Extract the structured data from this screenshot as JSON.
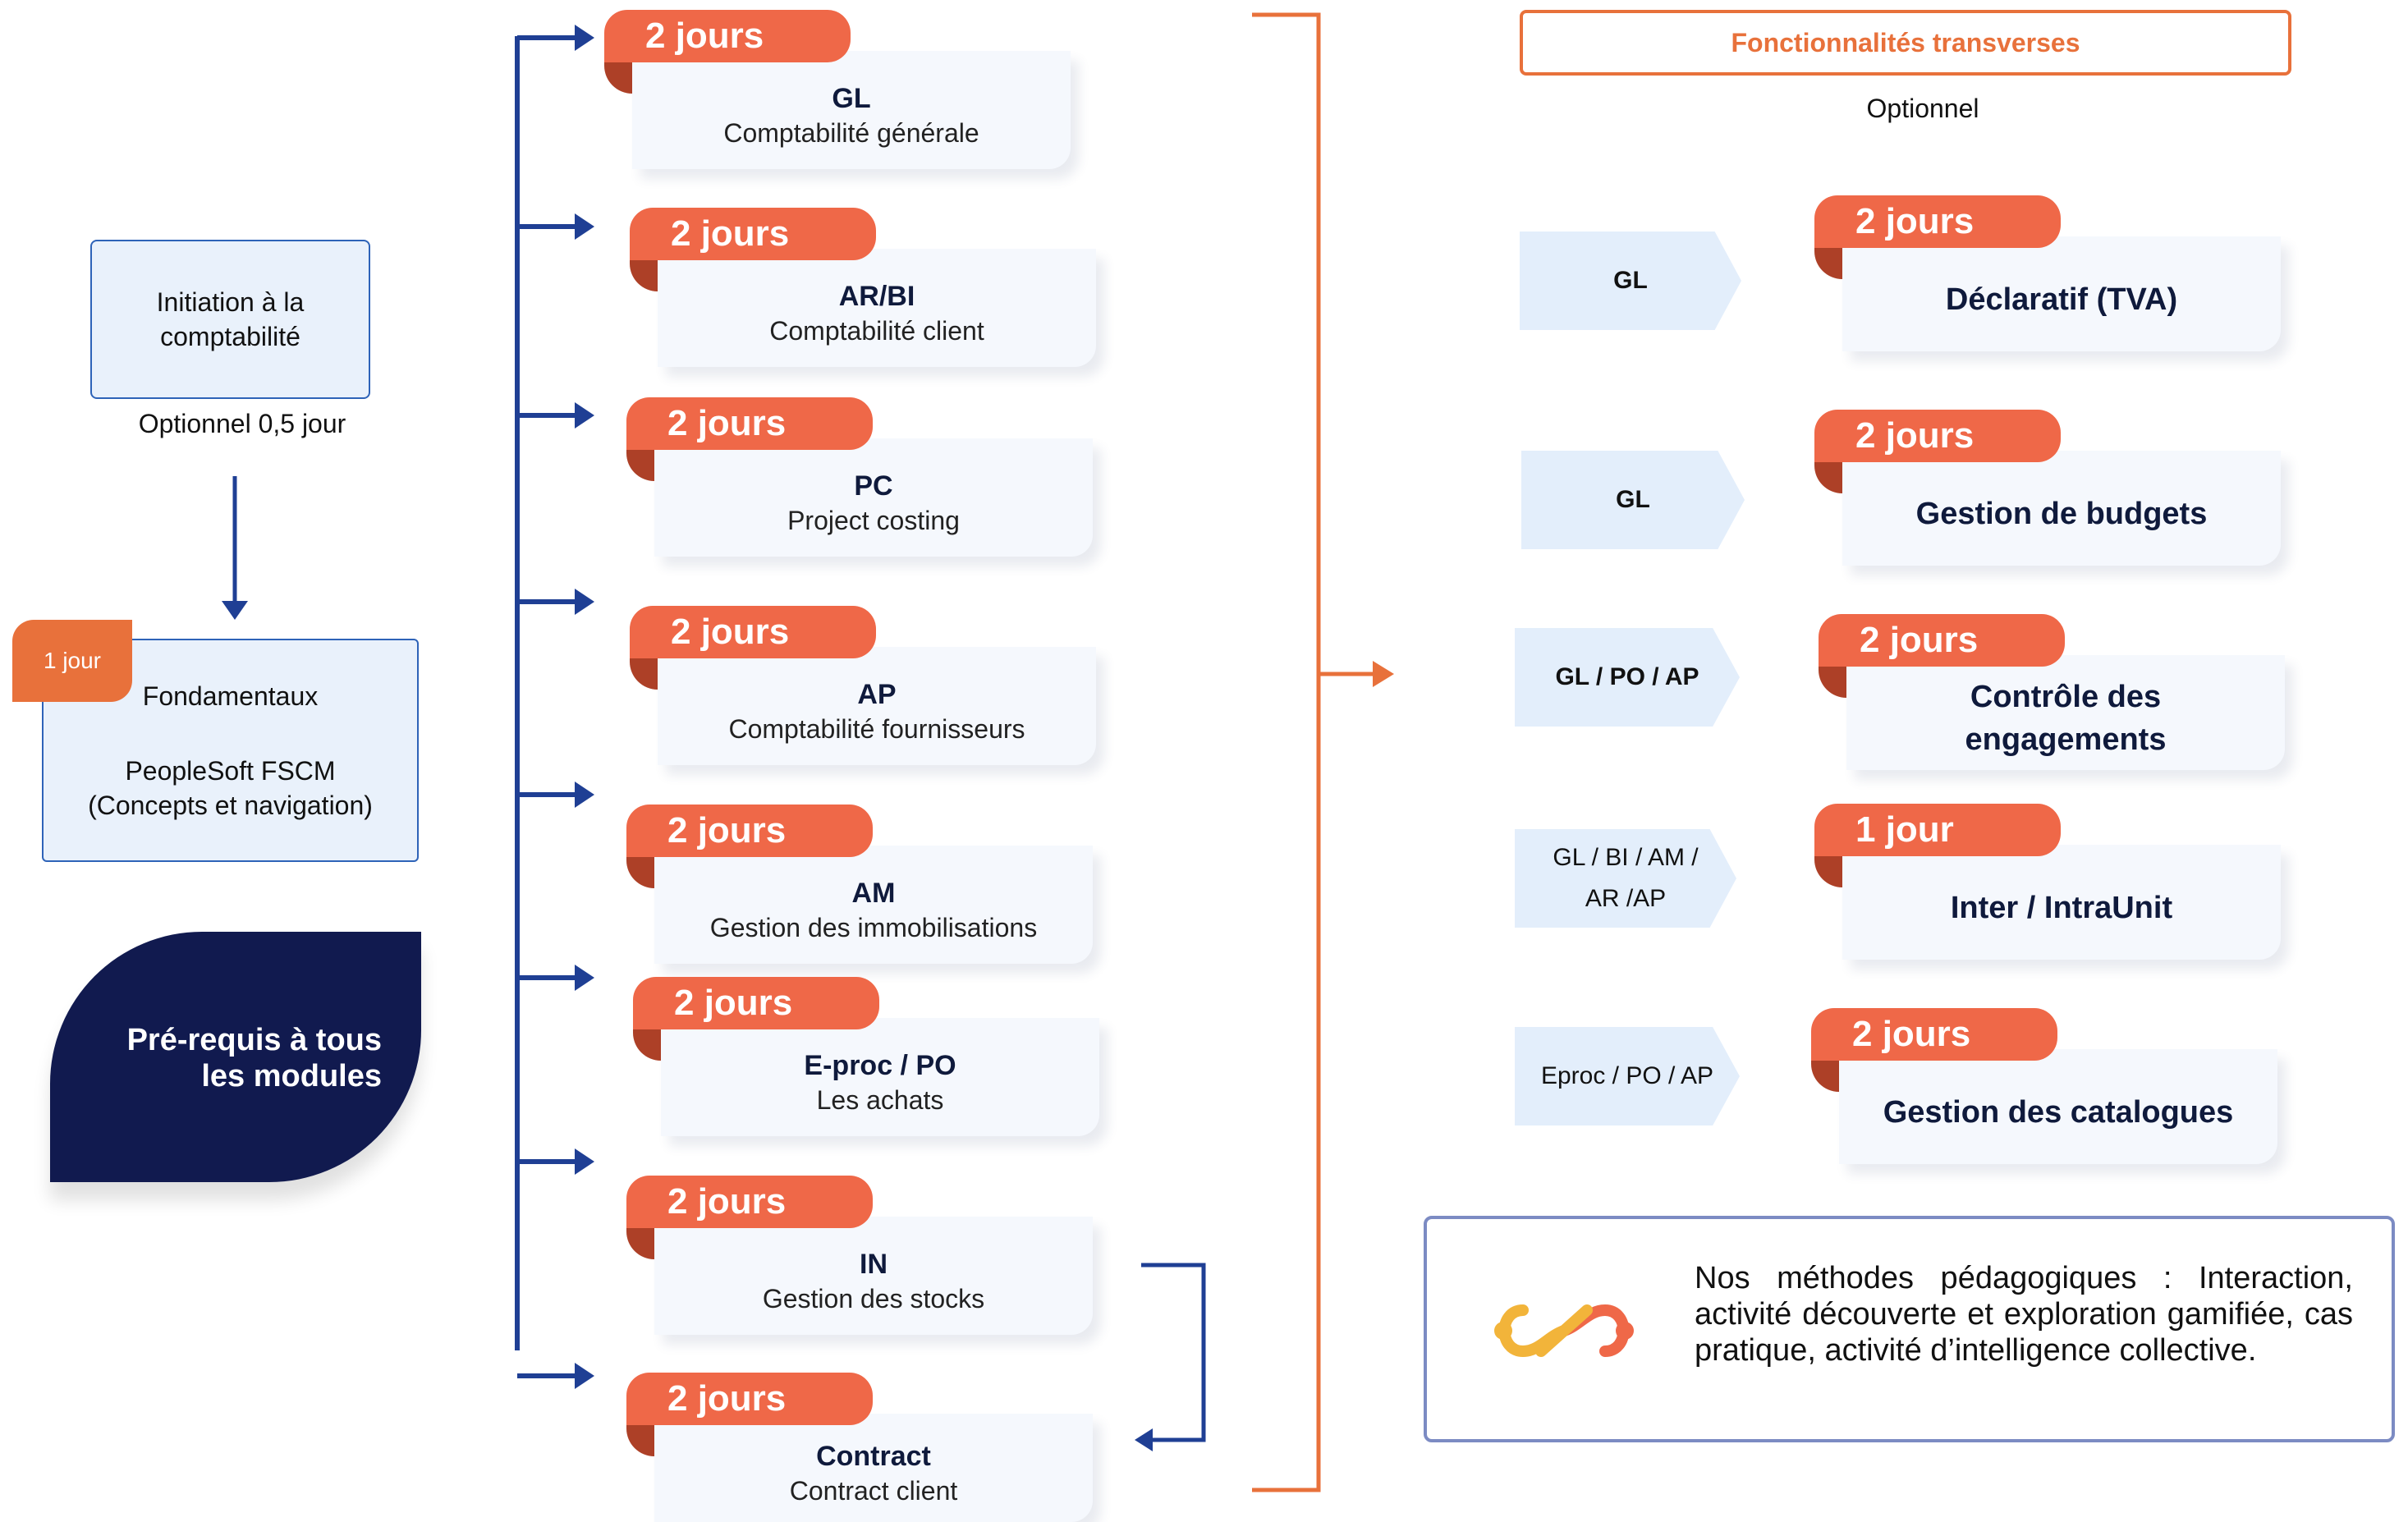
{
  "prerequisites": {
    "initiation": {
      "label": "Initiation à la comptabilité",
      "note": "Optionnel 0,5 jour"
    },
    "fondamentaux": {
      "duration": "1 jour",
      "title": "Fondamentaux",
      "subtitle_line1": "PeopleSoft FSCM",
      "subtitle_line2": "(Concepts et navigation)"
    },
    "banner": {
      "line1": "Pré-requis à tous",
      "line2": "les modules"
    }
  },
  "modules": [
    {
      "duration": "2 jours",
      "code": "GL",
      "name": "Comptabilité générale"
    },
    {
      "duration": "2 jours",
      "code": "AR/BI",
      "name": "Comptabilité client"
    },
    {
      "duration": "2 jours",
      "code": "PC",
      "name": "Project costing"
    },
    {
      "duration": "2 jours",
      "code": "AP",
      "name": "Comptabilité fournisseurs"
    },
    {
      "duration": "2 jours",
      "code": "AM",
      "name": "Gestion des immobilisations"
    },
    {
      "duration": "2 jours",
      "code": "E-proc / PO",
      "name": "Les achats"
    },
    {
      "duration": "2 jours",
      "code": "IN",
      "name": "Gestion des stocks"
    },
    {
      "duration": "2 jours",
      "code": "Contract",
      "name": "Contract client"
    }
  ],
  "transverse": {
    "title": "Fonctionnalités transverses",
    "note": "Optionnel",
    "items": [
      {
        "prereq": "GL",
        "duration": "2 jours",
        "name": "Déclaratif (TVA)"
      },
      {
        "prereq": "GL",
        "duration": "2 jours",
        "name": "Gestion de budgets"
      },
      {
        "prereq": "GL / PO / AP",
        "duration": "2 jours",
        "name_line1": "Contrôle des",
        "name_line2": "engagements"
      },
      {
        "prereq_line1": "GL / BI / AM /",
        "prereq_line2": "AR /AP",
        "duration": "1 jour",
        "name": "Inter / IntraUnit"
      },
      {
        "prereq": "Eproc / PO / AP",
        "duration": "2 jours",
        "name": "Gestion des catalogues"
      }
    ]
  },
  "methods": {
    "text": "Nos méthodes pédagogiques : Interaction, activité découverte et exploration gamifiée, cas pratique, activité d’intelligence collective."
  },
  "colors": {
    "navy": "#111a4f",
    "orange": "#ef6848",
    "orange_dark": "#ad4027",
    "blue_arrow": "#1f3f94",
    "light_blue": "#e3eefb"
  }
}
